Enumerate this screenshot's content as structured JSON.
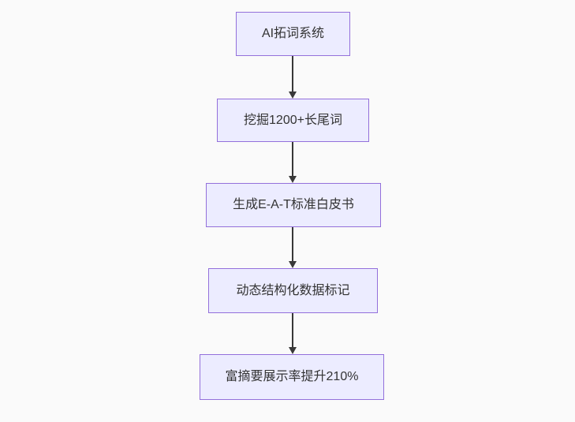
{
  "page": {
    "background_color": "#fafafa"
  },
  "flowchart": {
    "type": "flowchart",
    "direction": "top-down",
    "node_fill_color": "#ECECFF",
    "node_border_color": "#9370DB",
    "node_text_color": "#333333",
    "arrow_color": "#383838",
    "nodes": [
      {
        "id": "A",
        "label": "AI拓词系统"
      },
      {
        "id": "B",
        "label": "挖掘1200+长尾词"
      },
      {
        "id": "C",
        "label": "生成E-A-T标准白皮书"
      },
      {
        "id": "D",
        "label": "动态结构化数据标记"
      },
      {
        "id": "E",
        "label": "富摘要展示率提升210%"
      }
    ],
    "edges": [
      {
        "from": "AI拓词系统",
        "to": "挖掘1200+长尾词",
        "label": ""
      },
      {
        "from": "挖掘1200+长尾词",
        "to": "生成E-A-T标准白皮书",
        "label": ""
      },
      {
        "from": "生成E-A-T标准白皮书",
        "to": "动态结构化数据标记",
        "label": ""
      },
      {
        "from": "动态结构化数据标记",
        "to": "富摘要展示率提升210%",
        "label": ""
      }
    ]
  }
}
